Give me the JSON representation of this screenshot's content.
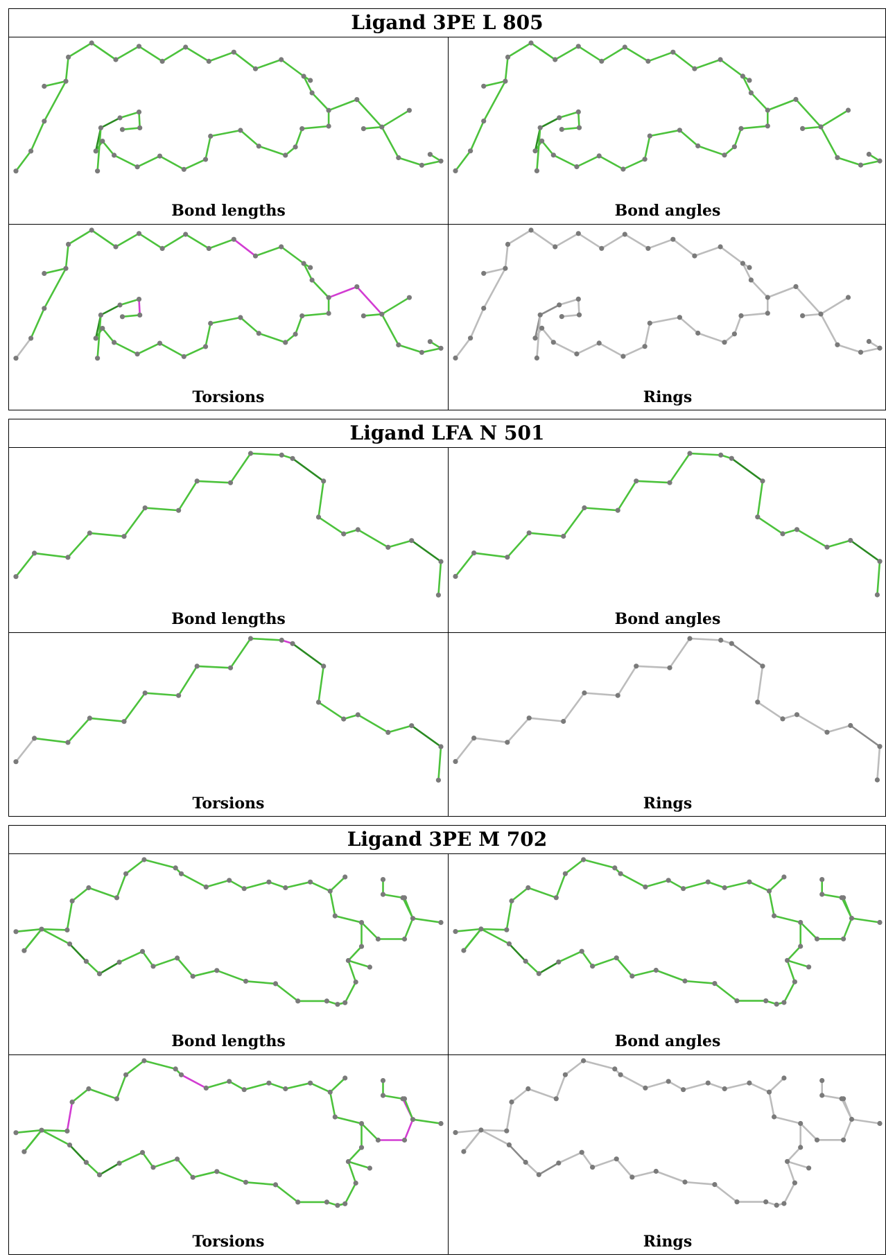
{
  "ligands": [
    {
      "title": "Ligand 3PE L 805",
      "panels": [
        {
          "caption": "Bond lengths",
          "mode": "green"
        },
        {
          "caption": "Bond angles",
          "mode": "green"
        },
        {
          "caption": "Torsions",
          "mode": "torsion"
        },
        {
          "caption": "Rings",
          "mode": "gray"
        }
      ]
    },
    {
      "title": "Ligand LFA N 501",
      "panels": [
        {
          "caption": "Bond lengths",
          "mode": "green"
        },
        {
          "caption": "Bond angles",
          "mode": "green"
        },
        {
          "caption": "Torsions",
          "mode": "torsion"
        },
        {
          "caption": "Rings",
          "mode": "gray"
        }
      ]
    },
    {
      "title": "Ligand 3PE M 702",
      "panels": [
        {
          "caption": "Bond lengths",
          "mode": "green"
        },
        {
          "caption": "Bond angles",
          "mode": "green"
        },
        {
          "caption": "Torsions",
          "mode": "torsion"
        },
        {
          "caption": "Rings",
          "mode": "gray"
        }
      ]
    }
  ],
  "colors": {
    "bond_green": "#4cc23c",
    "bond_dark_green": "#2a8a22",
    "torsion_outlier": "#d23cd2",
    "bond_gray": "#bcbcbc",
    "atom": "#7a7a7a"
  }
}
